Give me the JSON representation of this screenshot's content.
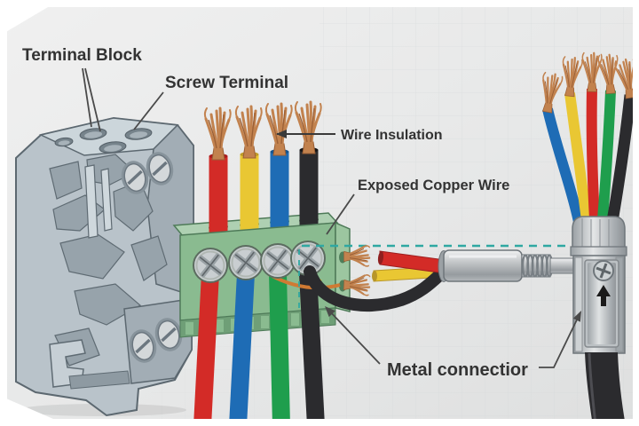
{
  "labels": {
    "terminal_block": "Terminal Block",
    "screw_terminal": "Screw Terminal",
    "wire_insulation": "Wire Insulation",
    "exposed_copper_wire": "Exposed Copper Wire",
    "metal_connector": "Metal connectior"
  },
  "wires": {
    "terminal_top": [
      "red",
      "yellow",
      "blue",
      "black"
    ],
    "terminal_bottom": [
      "red",
      "blue",
      "green",
      "black"
    ],
    "right_bundle": [
      "blue",
      "yellow",
      "red",
      "green",
      "black"
    ]
  },
  "colors": {
    "wire_red": "#d32b27",
    "wire_yellow": "#e9c733",
    "wire_blue": "#1e6cb5",
    "wire_green": "#1f9e4d",
    "wire_black": "#2b2b2e",
    "copper": "#c2824e",
    "terminal_green": "#8abb90",
    "block_gray": "#b9c3ca",
    "metal_gray": "#c6cacd",
    "guide_dash_teal": "#2fa8a2",
    "label_text": "#333333",
    "background": "#e9eaea"
  }
}
